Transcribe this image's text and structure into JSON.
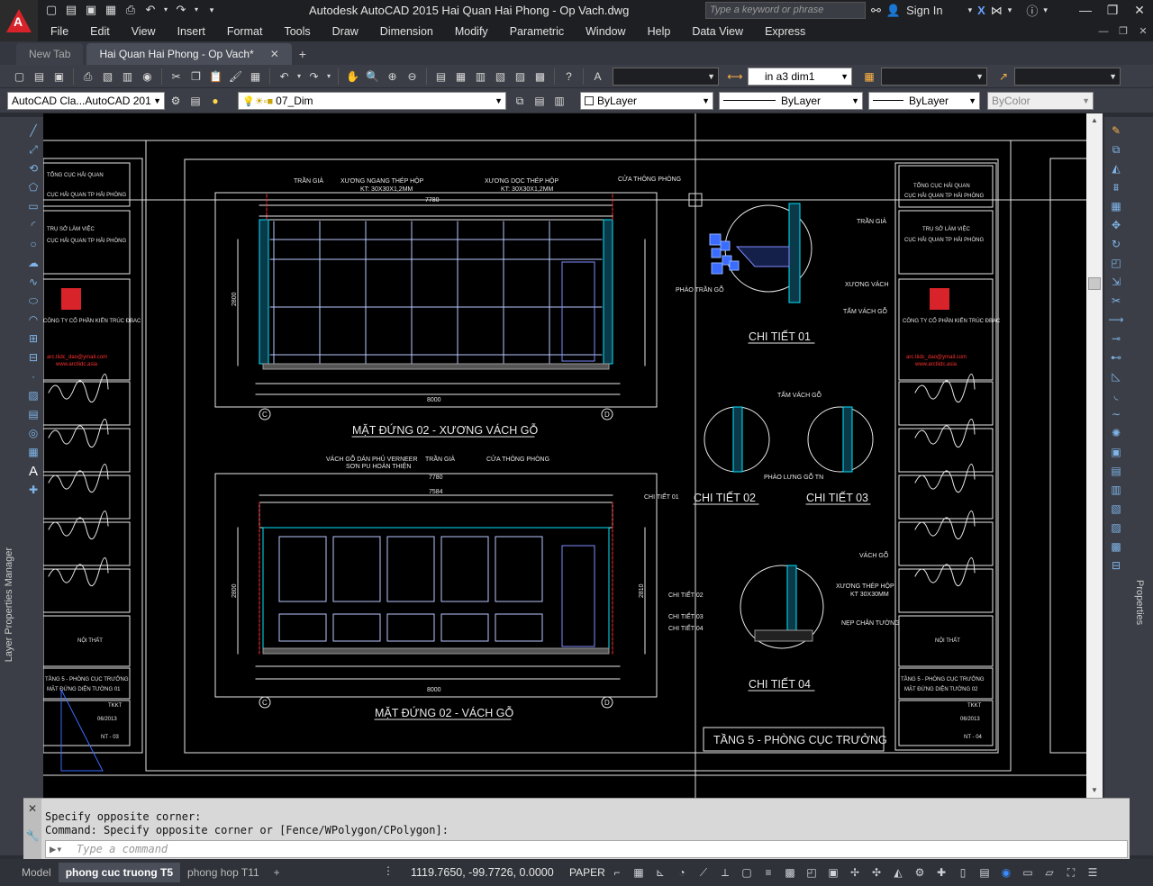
{
  "window": {
    "title": "Autodesk AutoCAD 2015    Hai Quan Hai Phong  - Op Vach.dwg",
    "search_placeholder": "Type a keyword or phrase",
    "sign_in": "Sign In"
  },
  "menu": [
    "File",
    "Edit",
    "View",
    "Insert",
    "Format",
    "Tools",
    "Draw",
    "Dimension",
    "Modify",
    "Parametric",
    "Window",
    "Help",
    "Data View",
    "Express"
  ],
  "tabs": [
    {
      "label": "New Tab",
      "active": false
    },
    {
      "label": "Hai Quan Hai Phong - Op Vach*",
      "active": true
    }
  ],
  "toolbar": {
    "text_style": "",
    "dim_style": "in a3 dim1",
    "table_style": "",
    "mleader_style": "",
    "workspace": "AutoCAD Cla...AutoCAD 201",
    "layer": "07_Dim",
    "color": "ByLayer",
    "linetype": "ByLayer",
    "lineweight": "ByLayer",
    "plotstyle": "ByColor"
  },
  "palettes": {
    "left": "Layer Properties Manager",
    "right": "Properties"
  },
  "drawing": {
    "elev1_title": "MẶT ĐỨNG 02 - XƯƠNG VÁCH GỖ",
    "elev2_title": "MẶT ĐỨNG 02 - VÁCH GỖ",
    "detail1": "CHI TIẾT 01",
    "detail2": "CHI TIẾT 02",
    "detail3": "CHI TIẾT 03",
    "detail4": "CHI TIẾT 04",
    "sheet_label": "TẦNG 5 - PHÒNG CỤC TRƯỞNG",
    "note_tran_gia": "TRẦN GIẢ",
    "note_xuong_ngang": "XƯƠNG NGANG THÉP HỘP",
    "note_xuong_ngang_kt": "KT: 30X30X1,2MM",
    "note_xuong_doc": "XƯƠNG DỌC THÉP HỘP",
    "note_xuong_doc_kt": "KT: 30X30X1,2MM",
    "note_cua": "CỬA THÔNG PHÒNG",
    "note_vach_go": "VÁCH GỖ DÁN PHỦ VERNEER",
    "note_son": "SƠN PU HOÀN THIỆN",
    "note_chi_tiet01": "CHI TIẾT 01",
    "note_chi_tiet02": "CHI TIẾT 02",
    "note_chi_tiet03": "CHI TIẾT 03",
    "note_chi_tiet04": "CHI TIẾT 04",
    "dim_7780": "7780",
    "dim_7584": "7584",
    "dim_8000": "8000",
    "dim_2800": "2800",
    "dim_2810": "2810",
    "axis_c": "C",
    "axis_d": "D",
    "d1_tran_gia": "TRẦN GIẢ",
    "d1_xuong_vach": "XƯƠNG VÁCH",
    "d1_tam_vach": "TẤM VÁCH GỖ",
    "d1_phao": "PHÀO TRẦN GỖ",
    "d23_tam_vach": "TẤM VÁCH GỖ",
    "d23_phao": "PHÀO LƯNG GỖ TN",
    "d4_vach_go": "VÁCH GỖ",
    "d4_xuong": "XƯƠNG THÉP HỘP",
    "d4_kt": "KT 30X30MM",
    "d4_nep": "NẸP CHÂN TƯỜNG",
    "tb_l1": "TỔNG CỤC HẢI QUAN",
    "tb_l2": "CỤC HẢI QUAN TP HẢI PHÒNG",
    "tb_l3": "TRỤ SỞ LÀM VIỆC",
    "tb_l4": "CỤC HẢI QUAN TP HẢI PHÒNG",
    "tb_company": "CÔNG TY CỔ PHẦN KIẾN TRÚC ĐBAC",
    "tb_email": "arc.tiidc_dao@ymail.com",
    "tb_web": "www.arctiidc.asia",
    "tb_noi_that": "NỘI THẤT",
    "tb_sheet_l": "TẦNG 5 - PHÒNG CỤC TRƯỞNG",
    "tb_sheet_l2": "MẶT ĐỨNG DIỆN TƯỜNG 01",
    "tb_sheet_r2": "MẶT ĐỨNG DIỆN TƯỜNG 02",
    "tb_tkkt": "TKKT",
    "tb_date": "06/2013",
    "tb_no_l": "NT - 03",
    "tb_no_r": "NT - 04"
  },
  "command": {
    "history": [
      "Specify opposite corner:",
      "Command: Specify opposite corner or [Fence/WPolygon/CPolygon]:"
    ],
    "placeholder": "Type a command"
  },
  "status": {
    "layouts": [
      {
        "label": "Model",
        "active": false
      },
      {
        "label": "phong cuc truong T5",
        "active": true
      },
      {
        "label": "phong hop T11",
        "active": false
      }
    ],
    "coords": "1119.7650, -99.7726, 0.0000",
    "space": "PAPER"
  },
  "colors": {
    "accent_red": "#d8232a",
    "cad_white": "#e8e8e8",
    "cad_cyan": "#00e5ff",
    "cad_blue": "#3a6cff",
    "cad_red": "#ff3030"
  }
}
